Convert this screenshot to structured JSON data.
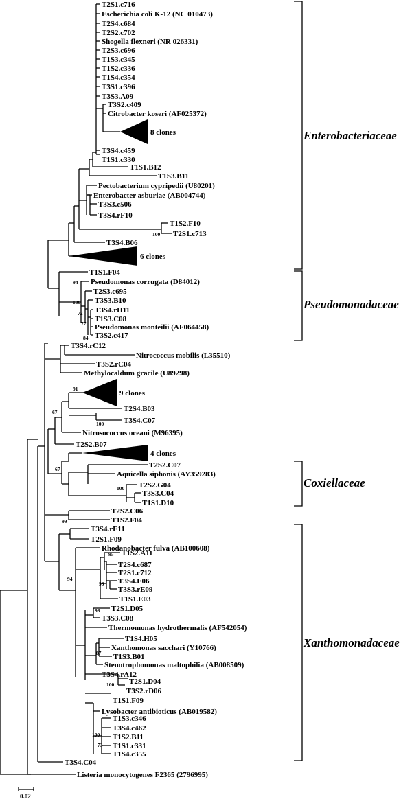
{
  "tree": {
    "leaves": [
      {
        "id": "t2s1_c716",
        "label": "T2S1.c716"
      },
      {
        "id": "ecoli",
        "label": "Escherichia coli K-12 (NC 010473)"
      },
      {
        "id": "t2s4_c684",
        "label": "T2S4.c684"
      },
      {
        "id": "t2s2_c702",
        "label": "T2S2.c702"
      },
      {
        "id": "shigella",
        "label": "Shogella flexneri (NR 026331)"
      },
      {
        "id": "t2s3_c696",
        "label": "T2S3.c696"
      },
      {
        "id": "t1s3_c345",
        "label": "T1S3.c345"
      },
      {
        "id": "t1s2_c336",
        "label": "T1S2.c336"
      },
      {
        "id": "t1s4_c354",
        "label": "T1S4.c354"
      },
      {
        "id": "t3s1_c396",
        "label": "T3S1.c396"
      },
      {
        "id": "t3s3_a09",
        "label": "T3S3.A09"
      },
      {
        "id": "t3s2_c409",
        "label": "T3S2.c409"
      },
      {
        "id": "citrobacter",
        "label": "Citrobacter koseri (AF025372)"
      },
      {
        "id": "clones8",
        "label": "8 clones"
      },
      {
        "id": "t3s4_c459",
        "label": "T3S4.c459"
      },
      {
        "id": "t1s1_c330",
        "label": "T1S1.c330"
      },
      {
        "id": "t1s1_b12",
        "label": "T1S1.B12"
      },
      {
        "id": "t1s3_b11",
        "label": "T1S3.B11"
      },
      {
        "id": "pectobacterium",
        "label": "Pectobacterium cypripedii (U80201)"
      },
      {
        "id": "enterobacter",
        "label": "Enterobacter asburiae (AB004744)"
      },
      {
        "id": "t3s3_c506",
        "label": "T3S3.c506"
      },
      {
        "id": "t3s4_rf10",
        "label": "T3S4.rF10"
      },
      {
        "id": "t1s2_f10",
        "label": "T1S2.F10"
      },
      {
        "id": "t2s1_c713",
        "label": "T2S1.c713"
      },
      {
        "id": "t3s4_b06",
        "label": "T3S4.B06"
      },
      {
        "id": "clones6",
        "label": "6 clones"
      },
      {
        "id": "t1s1_f04",
        "label": "T1S1.F04"
      },
      {
        "id": "ps_corrugata",
        "label": "Pseudomonas corrugata (D84012)"
      },
      {
        "id": "t2s3_c695",
        "label": "T2S3.c695"
      },
      {
        "id": "t3s3_b10",
        "label": "T3S3.B10"
      },
      {
        "id": "t3s4_rh11",
        "label": "T3S4.rH11"
      },
      {
        "id": "t1s3_c08",
        "label": "T1S3.C08"
      },
      {
        "id": "ps_monteilii",
        "label": "Pseudomonas monteilii (AF064458)"
      },
      {
        "id": "t3s2_c417",
        "label": "T3S2.c417"
      },
      {
        "id": "t3s4_rc12",
        "label": "T3S4.rC12"
      },
      {
        "id": "nitrococcus",
        "label": "Nitrococcus mobilis (L35510)"
      },
      {
        "id": "t3s2_rc04",
        "label": "T3S2.rC04"
      },
      {
        "id": "methylocaldum",
        "label": "Methylocaldum gracile (U89298)"
      },
      {
        "id": "clones9",
        "label": "9 clones"
      },
      {
        "id": "t2s4_b03",
        "label": "T2S4.B03"
      },
      {
        "id": "t3s4_c07",
        "label": "T3S4.C07"
      },
      {
        "id": "nitrosococcus",
        "label": "Nitrosococcus oceani (M96395)"
      },
      {
        "id": "t2s2_b07",
        "label": "T2S2.B07"
      },
      {
        "id": "clones4",
        "label": "4 clones"
      },
      {
        "id": "t2s2_c07",
        "label": "T2S2.C07"
      },
      {
        "id": "aquicella",
        "label": "Aquicella siphonis (AY359283)"
      },
      {
        "id": "t2s2_g04",
        "label": "T2S2.G04"
      },
      {
        "id": "t3s3_c04",
        "label": "T3S3.C04"
      },
      {
        "id": "t1s1_d10",
        "label": "T1S1.D10"
      },
      {
        "id": "t2s2_c06",
        "label": "T2S2.C06"
      },
      {
        "id": "t1s2_f04",
        "label": "T1S2.F04"
      },
      {
        "id": "t3s4_re11",
        "label": "T3S4.rE11"
      },
      {
        "id": "t2s1_f09",
        "label": "T2S1.F09"
      },
      {
        "id": "rhodanobacter",
        "label": "Rhodanobacter fulva (AB100608)"
      },
      {
        "id": "t1s2_a11",
        "label": "T1S2.A11"
      },
      {
        "id": "t2s4_c687",
        "label": "T2S4.c687"
      },
      {
        "id": "t2s1_c712",
        "label": "T2S1.c712"
      },
      {
        "id": "t3s4_e06",
        "label": "T3S4.E06"
      },
      {
        "id": "t3s3_re09",
        "label": "T3S3.rE09"
      },
      {
        "id": "t1s1_e03",
        "label": "T1S1.E03"
      },
      {
        "id": "t2s1_d05",
        "label": "T2S1.D05"
      },
      {
        "id": "t3s3_c08",
        "label": "T3S3.C08"
      },
      {
        "id": "thermomonas",
        "label": "Thermomonas hydrothermalis (AF542054)"
      },
      {
        "id": "t1s4_h05",
        "label": "T1S4.H05"
      },
      {
        "id": "xanthomonas",
        "label": "Xanthomonas sacchari (Y10766)"
      },
      {
        "id": "t1s3_b01",
        "label": "T1S3.B01"
      },
      {
        "id": "stenotrophomonas",
        "label": "Stenotrophomonas maltophilia (AB008509)"
      },
      {
        "id": "t3s4_ra12",
        "label": "T3S4.rA12"
      },
      {
        "id": "t2s1_d04",
        "label": "T2S1.D04"
      },
      {
        "id": "t3s2_rd06",
        "label": "T3S2.rD06"
      },
      {
        "id": "t1s1_f09",
        "label": "T1S1.F09"
      },
      {
        "id": "lysobacter",
        "label": "Lysobacter antibioticus (AB019582)"
      },
      {
        "id": "t1s3_c346",
        "label": "T1S3.c346"
      },
      {
        "id": "t3s4_c462",
        "label": "T3S4.c462"
      },
      {
        "id": "t1s2_b11",
        "label": "T1S2.B11"
      },
      {
        "id": "t1s1_c331",
        "label": "T1S1.c331"
      },
      {
        "id": "t1s4_c355",
        "label": "T1S4.c355"
      },
      {
        "id": "t3s4_c04",
        "label": "T3S4.C04"
      },
      {
        "id": "listeria",
        "label": "Listeria monocytogenes F2365 (2796995)"
      }
    ],
    "bootstrap": [
      "100",
      "94",
      "100",
      "72",
      "77",
      "84",
      "91",
      "67",
      "100",
      "67",
      "100",
      "99",
      "95",
      "99",
      "94",
      "98",
      "87",
      "100",
      "100",
      "73"
    ],
    "families": [
      "Enterobacteriaceae",
      "Pseudomonadaceae",
      "Coxiellaceae",
      "Xanthomonadaceae"
    ],
    "scale_bar": "0.02"
  },
  "colors": {
    "ink": "#000000",
    "background": "#ffffff"
  }
}
